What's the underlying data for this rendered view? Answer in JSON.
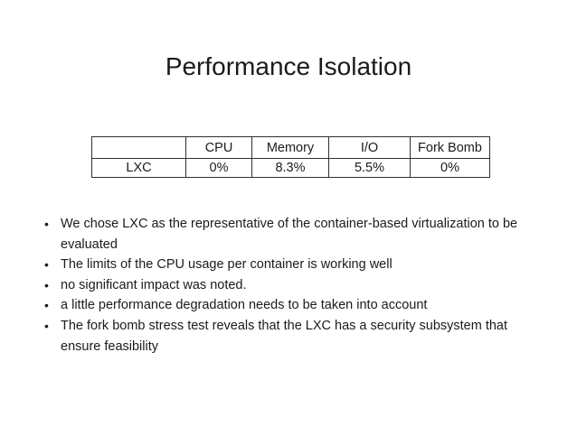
{
  "title": "Performance Isolation",
  "table": {
    "headers": [
      "",
      "CPU",
      "Memory",
      "I/O",
      "Fork Bomb"
    ],
    "rows": [
      {
        "label": "LXC",
        "values": [
          "0%",
          "8.3%",
          "5.5%",
          "0%"
        ]
      }
    ]
  },
  "bullets": [
    {
      "lines": [
        "We chose LXC  as the representative of the container-based virtualization to be",
        "evaluated"
      ]
    },
    {
      "lines": [
        "The limits  of the CPU usage per container is working well"
      ]
    },
    {
      "lines": [
        "no significant impact was noted."
      ]
    },
    {
      "lines": [
        "a little performance degradation needs to be taken into account"
      ]
    },
    {
      "lines": [
        "The fork bomb stress test reveals that the LXC has a security subsystem that",
        "ensure feasibility"
      ]
    }
  ],
  "colors": {
    "background": "#ffffff",
    "text": "#1b1b1b",
    "table_border": "#2f2f2f"
  }
}
